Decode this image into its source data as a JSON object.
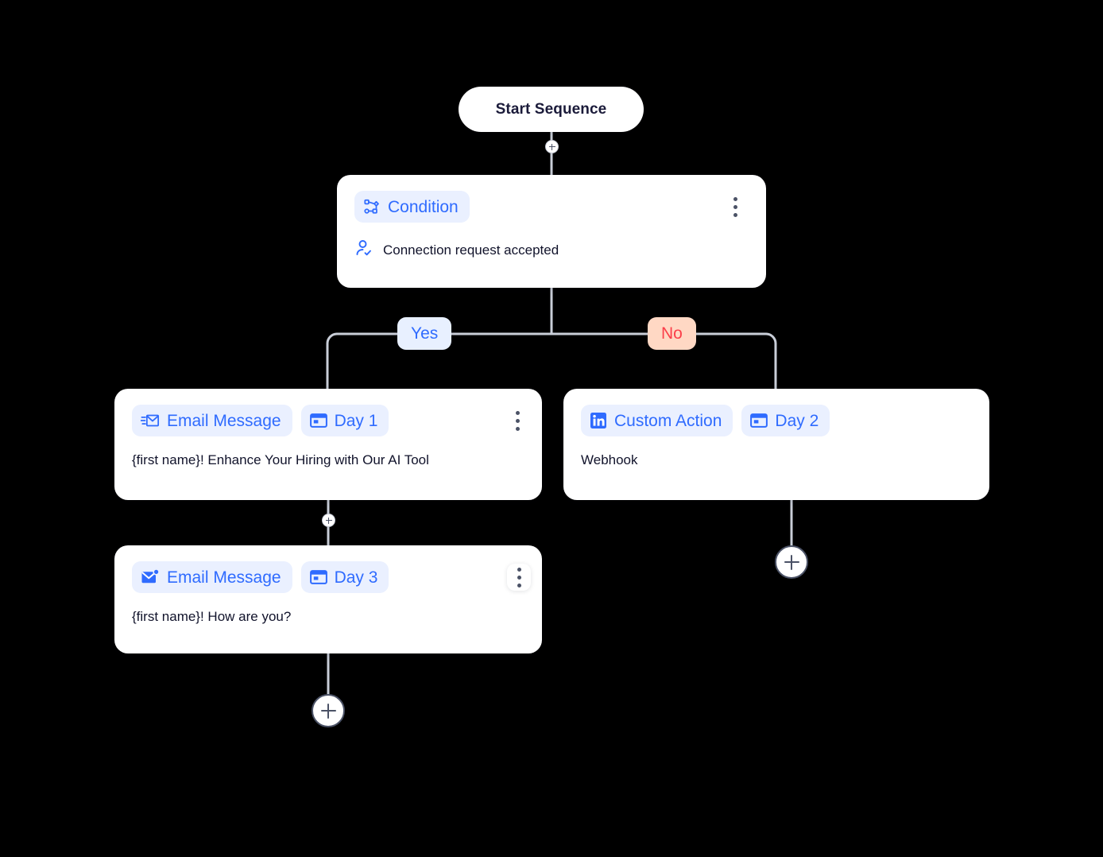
{
  "canvas": {
    "background": "#000000",
    "line_color": "#c9ced8",
    "accent_blue": "#2f6bff",
    "badge_bg": "#eaf0ff",
    "no_badge_bg": "#ffd8c4",
    "no_badge_text": "#fb3f4a",
    "text_dark": "#11132b"
  },
  "start": {
    "label": "Start Sequence"
  },
  "condition_node": {
    "badge_label": "Condition",
    "badge_icon": "branch-nodes-icon",
    "body_icon": "person-check-icon",
    "body_text": "Connection request accepted",
    "menu_icon": "kebab-menu-icon"
  },
  "branches": {
    "yes_label": "Yes",
    "no_label": "No"
  },
  "nodes": [
    {
      "id": "email-day1",
      "badge_label": "Email Message",
      "badge_icon": "email-send-icon",
      "day_label": "Day 1",
      "day_icon": "calendar-window-icon",
      "body_text": "{first name}!  Enhance Your Hiring with Our AI Tool",
      "menu_icon": "kebab-menu-icon"
    },
    {
      "id": "custom-action-day2",
      "badge_label": "Custom Action",
      "badge_icon": "linkedin-icon",
      "day_label": "Day 2",
      "day_icon": "calendar-window-icon",
      "body_text": "Webhook"
    },
    {
      "id": "email-day3",
      "badge_label": "Email Message",
      "badge_icon": "email-filled-dot-icon",
      "day_label": "Day 3",
      "day_icon": "calendar-window-icon",
      "body_text": "{first name}!  How are you?",
      "menu_icon": "kebab-menu-icon"
    }
  ],
  "add_buttons": [
    {
      "id": "add-after-start",
      "size": "small",
      "icon": "plus-icon"
    },
    {
      "id": "add-after-email-day1",
      "size": "small",
      "icon": "plus-icon"
    },
    {
      "id": "add-after-email-day3",
      "size": "large",
      "icon": "plus-icon"
    },
    {
      "id": "add-after-custom-action",
      "size": "large",
      "icon": "plus-icon"
    }
  ]
}
